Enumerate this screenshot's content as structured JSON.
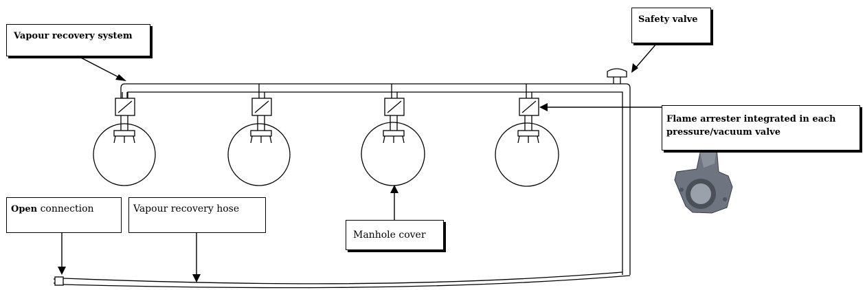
{
  "labels": {
    "vapour_recovery_system": "Vapour recovery system",
    "safety_valve": "Safety valve",
    "flame_arrester": "Flame arrester integrated in each pressure/vacuum valve",
    "open_bold": "Open",
    "open_rest": " connection",
    "vapour_recovery_hose": "Vapour recovery hose",
    "manhole_cover": "Manhole cover"
  },
  "colors": {
    "line": "#000000",
    "pipe_fill": "#ffffff",
    "valve_photo": "#6e7580"
  }
}
